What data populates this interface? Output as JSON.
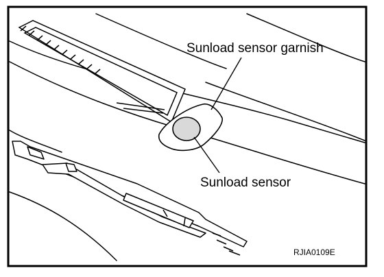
{
  "labels": {
    "garnish": "Sunload sensor garnish",
    "sensor": "Sunload sensor"
  },
  "figure_code": "RJIA0109E",
  "colors": {
    "ink": "#000000",
    "sensor_fill": "#d9d9d9",
    "paper": "#ffffff"
  }
}
